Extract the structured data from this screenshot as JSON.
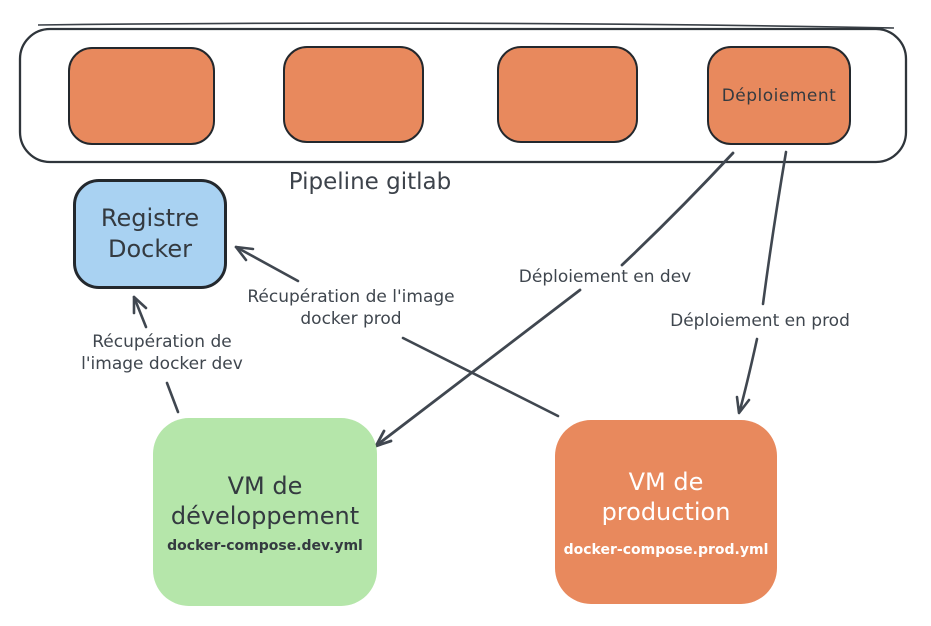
{
  "diagram": {
    "kind": "hand-drawn architecture diagram",
    "language": "fr"
  },
  "pipeline": {
    "label": "Pipeline gitlab",
    "stages": [
      {
        "label": ""
      },
      {
        "label": ""
      },
      {
        "label": ""
      },
      {
        "label": "Déploiement"
      }
    ]
  },
  "nodes": {
    "registry": {
      "title_line1": "Registre",
      "title_line2": "Docker"
    },
    "vm_dev": {
      "title_line1": "VM de",
      "title_line2": "développement",
      "config_file": "docker-compose.dev.yml"
    },
    "vm_prod": {
      "title_line1": "VM de",
      "title_line2": "production",
      "config_file": "docker-compose.prod.yml"
    }
  },
  "edges": {
    "pull_dev": {
      "label_line1": "Récupération de",
      "label_line2": "l'image docker dev",
      "from": "vm_dev",
      "to": "registry"
    },
    "pull_prod": {
      "label_line1": "Récupération de l'image",
      "label_line2": "docker prod",
      "from": "vm_prod",
      "to": "registry"
    },
    "deploy_dev": {
      "label": "Déploiement en dev",
      "from": "pipeline_stage_deploiement",
      "to": "vm_dev"
    },
    "deploy_prod": {
      "label": "Déploiement en prod",
      "from": "pipeline_stage_deploiement",
      "to": "vm_prod"
    }
  },
  "colors": {
    "stage_fill": "#e8895d",
    "registry_fill": "#a9d2f2",
    "vm_dev_fill": "#b5e6aa",
    "vm_prod_fill": "#e8895d",
    "outline": "#23282d",
    "arrow": "#404750",
    "text_dark": "#343a40",
    "text_light": "#ffffff",
    "background": "#ffffff"
  }
}
